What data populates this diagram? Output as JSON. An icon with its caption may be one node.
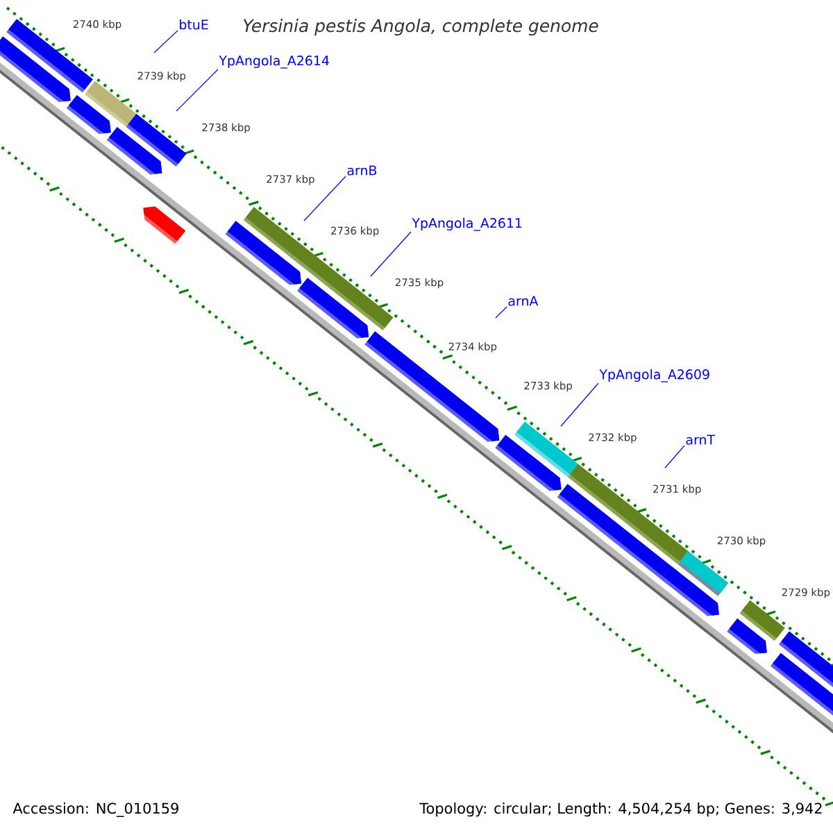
{
  "diagram": {
    "title": "Yersinia pestis Angola, complete genome",
    "nodes": [
      {
        "text": [
          "btuE"
        ]
      },
      {
        "text": [
          "YpAngola_A2614"
        ]
      },
      {
        "text": [
          "arnB"
        ]
      },
      {
        "text": [
          "YpAngola_A2611"
        ]
      },
      {
        "text": [
          "arnA"
        ]
      },
      {
        "text": [
          "YpAngola_A2609"
        ]
      },
      {
        "text": [
          "arnT"
        ]
      }
    ],
    "edges": [
      {
        "from": 0,
        "to": null,
        "arrow": "none"
      },
      {
        "from": 1,
        "to": null,
        "arrow": "none"
      },
      {
        "from": 2,
        "to": null,
        "arrow": "none"
      },
      {
        "from": 3,
        "to": null,
        "arrow": "none"
      },
      {
        "from": 4,
        "to": null,
        "arrow": "none"
      },
      {
        "from": 5,
        "to": null,
        "arrow": "none"
      },
      {
        "from": 6,
        "to": null,
        "arrow": "none"
      }
    ],
    "labels": [
      "2740 kbp",
      "2739 kbp",
      "2738 kbp",
      "2737 kbp",
      "2736 kbp",
      "2735 kbp",
      "2734 kbp",
      "2733 kbp",
      "2732 kbp",
      "2731 kbp",
      "2730 kbp",
      "2729 kbp",
      "Accession: NC_010159",
      "Topology: circular; Length: 4,504,254 bp; Genes: 3,942"
    ]
  }
}
